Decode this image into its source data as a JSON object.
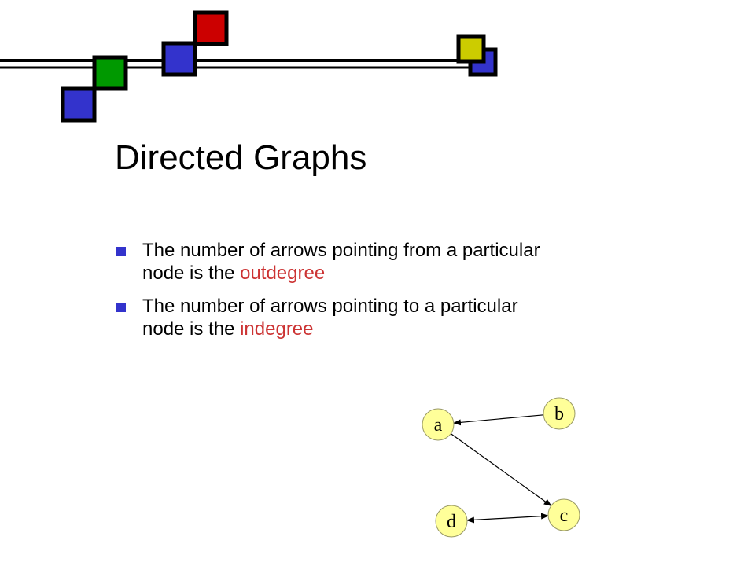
{
  "slide": {
    "title": "Directed Graphs",
    "bullets": [
      {
        "line1": "The number of arrows pointing from a particular",
        "line2_prefix": "node is the ",
        "highlight": "outdegree"
      },
      {
        "line1": "The number of arrows pointing to a particular",
        "line2_prefix": "node is the ",
        "highlight": "indegree"
      }
    ]
  },
  "graph": {
    "nodes": [
      {
        "id": "a",
        "label": "a"
      },
      {
        "id": "b",
        "label": "b"
      },
      {
        "id": "c",
        "label": "c"
      },
      {
        "id": "d",
        "label": "d"
      }
    ],
    "edges": [
      {
        "from": "b",
        "to": "a",
        "direction": "forward"
      },
      {
        "from": "a",
        "to": "c",
        "direction": "forward"
      },
      {
        "from": "d",
        "to": "c",
        "direction": "both"
      }
    ]
  },
  "colors": {
    "node_fill": "#ffff99",
    "node_stroke": "#999966",
    "highlight": "#cc3333",
    "bullet": "#3333cc",
    "decor_blue": "#3333cc",
    "decor_green": "#009900",
    "decor_red": "#cc0000",
    "decor_yellow": "#cccc00"
  }
}
